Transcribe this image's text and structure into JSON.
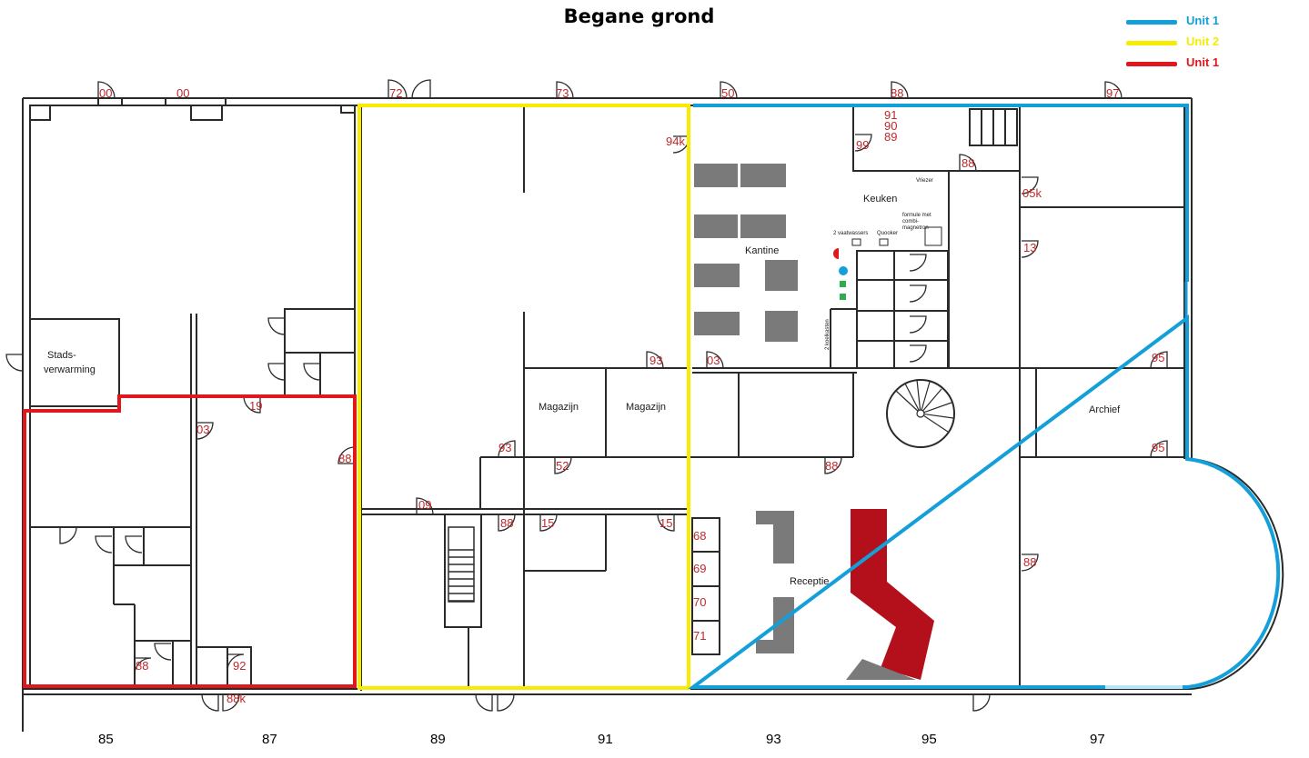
{
  "title": "Begane grond",
  "colors": {
    "unit_blue": "#139fd9",
    "unit_yellow": "#f7ec00",
    "unit_red": "#e0171c",
    "wall": "#2a2a2a",
    "door_number": "#c0282b",
    "furniture": "#7a7a7a",
    "reception_desk": "#b3101b"
  },
  "legend": [
    {
      "label": "Unit 1",
      "color": "#139fd9"
    },
    {
      "label": "Unit 2",
      "color": "#f7ec00"
    },
    {
      "label": "Unit 1",
      "color": "#e0171c"
    }
  ],
  "rooms": {
    "stadsverwarming_line1": "Stads-",
    "stadsverwarming_line2": "verwarming",
    "magazijn_1": "Magazijn",
    "magazijn_2": "Magazijn",
    "kantine": "Kantine",
    "keuken": "Keuken",
    "archief": "Archief",
    "receptie": "Receptie"
  },
  "kitchen_notes": {
    "vriezer": "Vriezer",
    "formule_line1": "formule met",
    "formule_line2": "combi-",
    "formule_line3": "magnetron",
    "vaatwassers": "2 vaatwassers",
    "quooker": "Quooker",
    "koelkasten": "2 koelkasten"
  },
  "door_numbers": [
    "00",
    "00",
    "72",
    "73",
    "50",
    "88",
    "97",
    "91",
    "90",
    "89",
    "99",
    "88",
    "94k",
    "05k",
    "13",
    "93",
    "03",
    "95",
    "95",
    "19",
    "03",
    "88",
    "93",
    "52",
    "88",
    "09",
    "88",
    "15",
    "15",
    "68",
    "69",
    "70",
    "71",
    "88",
    "88",
    "92",
    "88k"
  ],
  "bottom_labels": [
    "85",
    "87",
    "89",
    "91",
    "93",
    "95",
    "97"
  ]
}
